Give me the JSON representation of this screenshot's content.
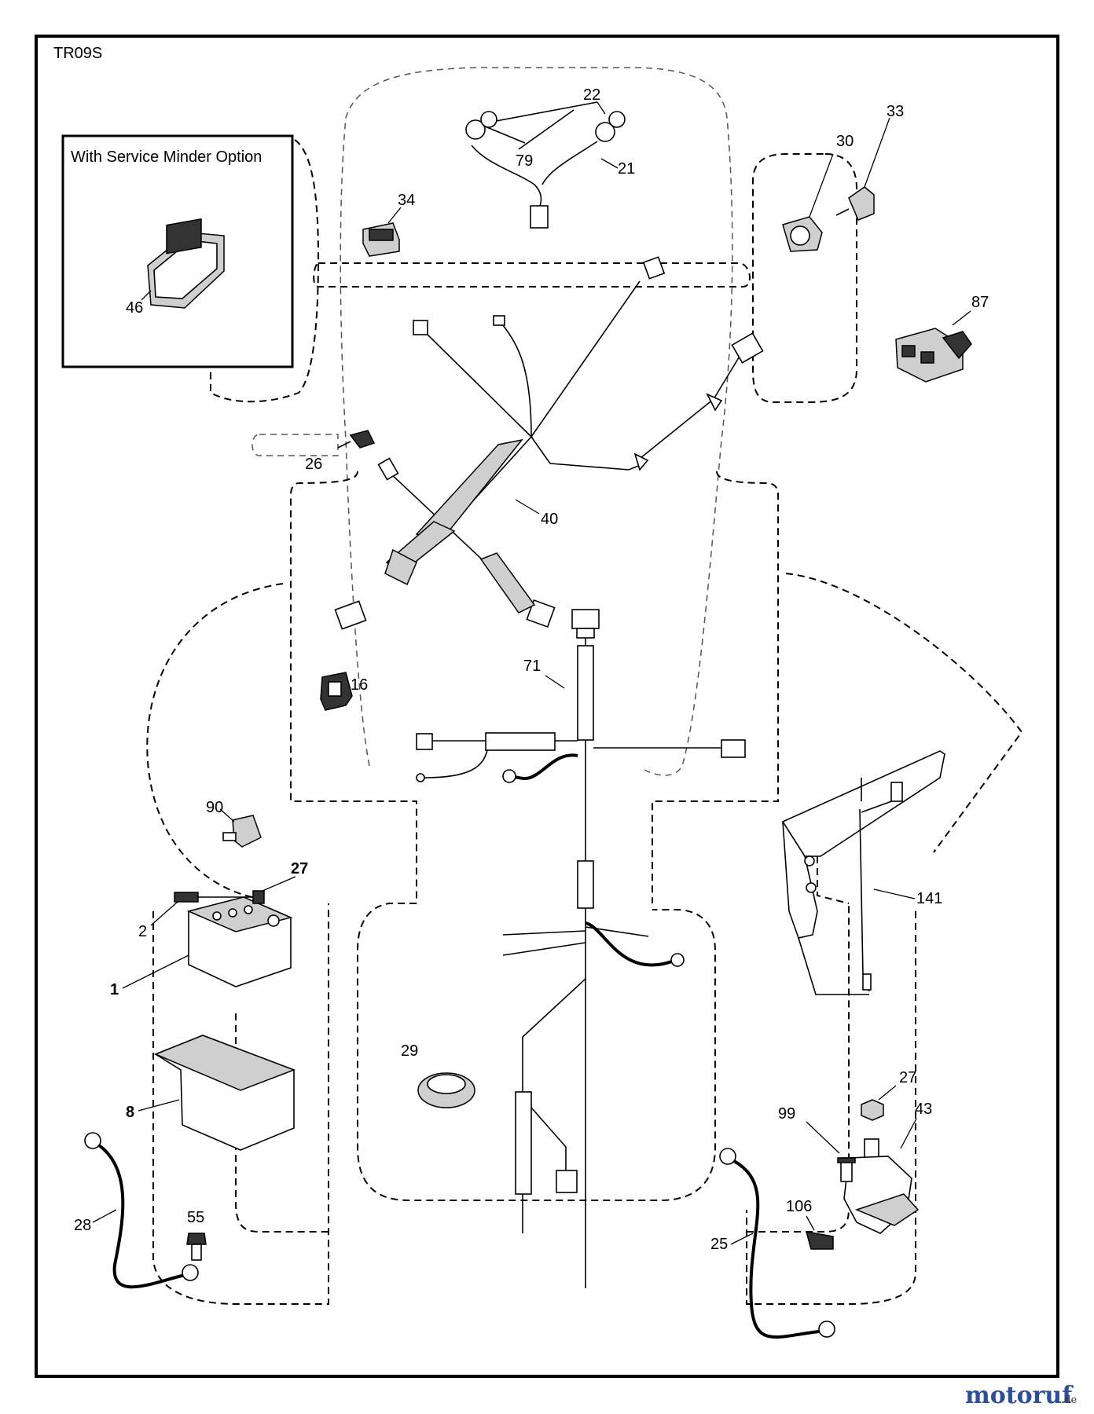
{
  "diagram_code": "TR09S",
  "option_box": {
    "title": "With Service Minder Option",
    "part": "46"
  },
  "callouts": {
    "c22": "22",
    "c79": "79",
    "c21": "21",
    "c33": "33",
    "c30": "30",
    "c34": "34",
    "c87": "87",
    "c26": "26",
    "c40": "40",
    "c71": "71",
    "c16": "16",
    "c90": "90",
    "c27a": "27",
    "c2": "2",
    "c1": "1",
    "c8": "8",
    "c141": "141",
    "c29": "29",
    "c27b": "27",
    "c43": "43",
    "c99": "99",
    "c28": "28",
    "c55": "55",
    "c106": "106",
    "c25": "25"
  },
  "watermark": {
    "word": "motoruf",
    "suffix": ".de",
    "colors": [
      "#2a4fa0",
      "#d8262c",
      "#f2b019",
      "#2a4fa0",
      "#3a9a3a",
      "#d8262c",
      "#2a4fa0"
    ]
  }
}
